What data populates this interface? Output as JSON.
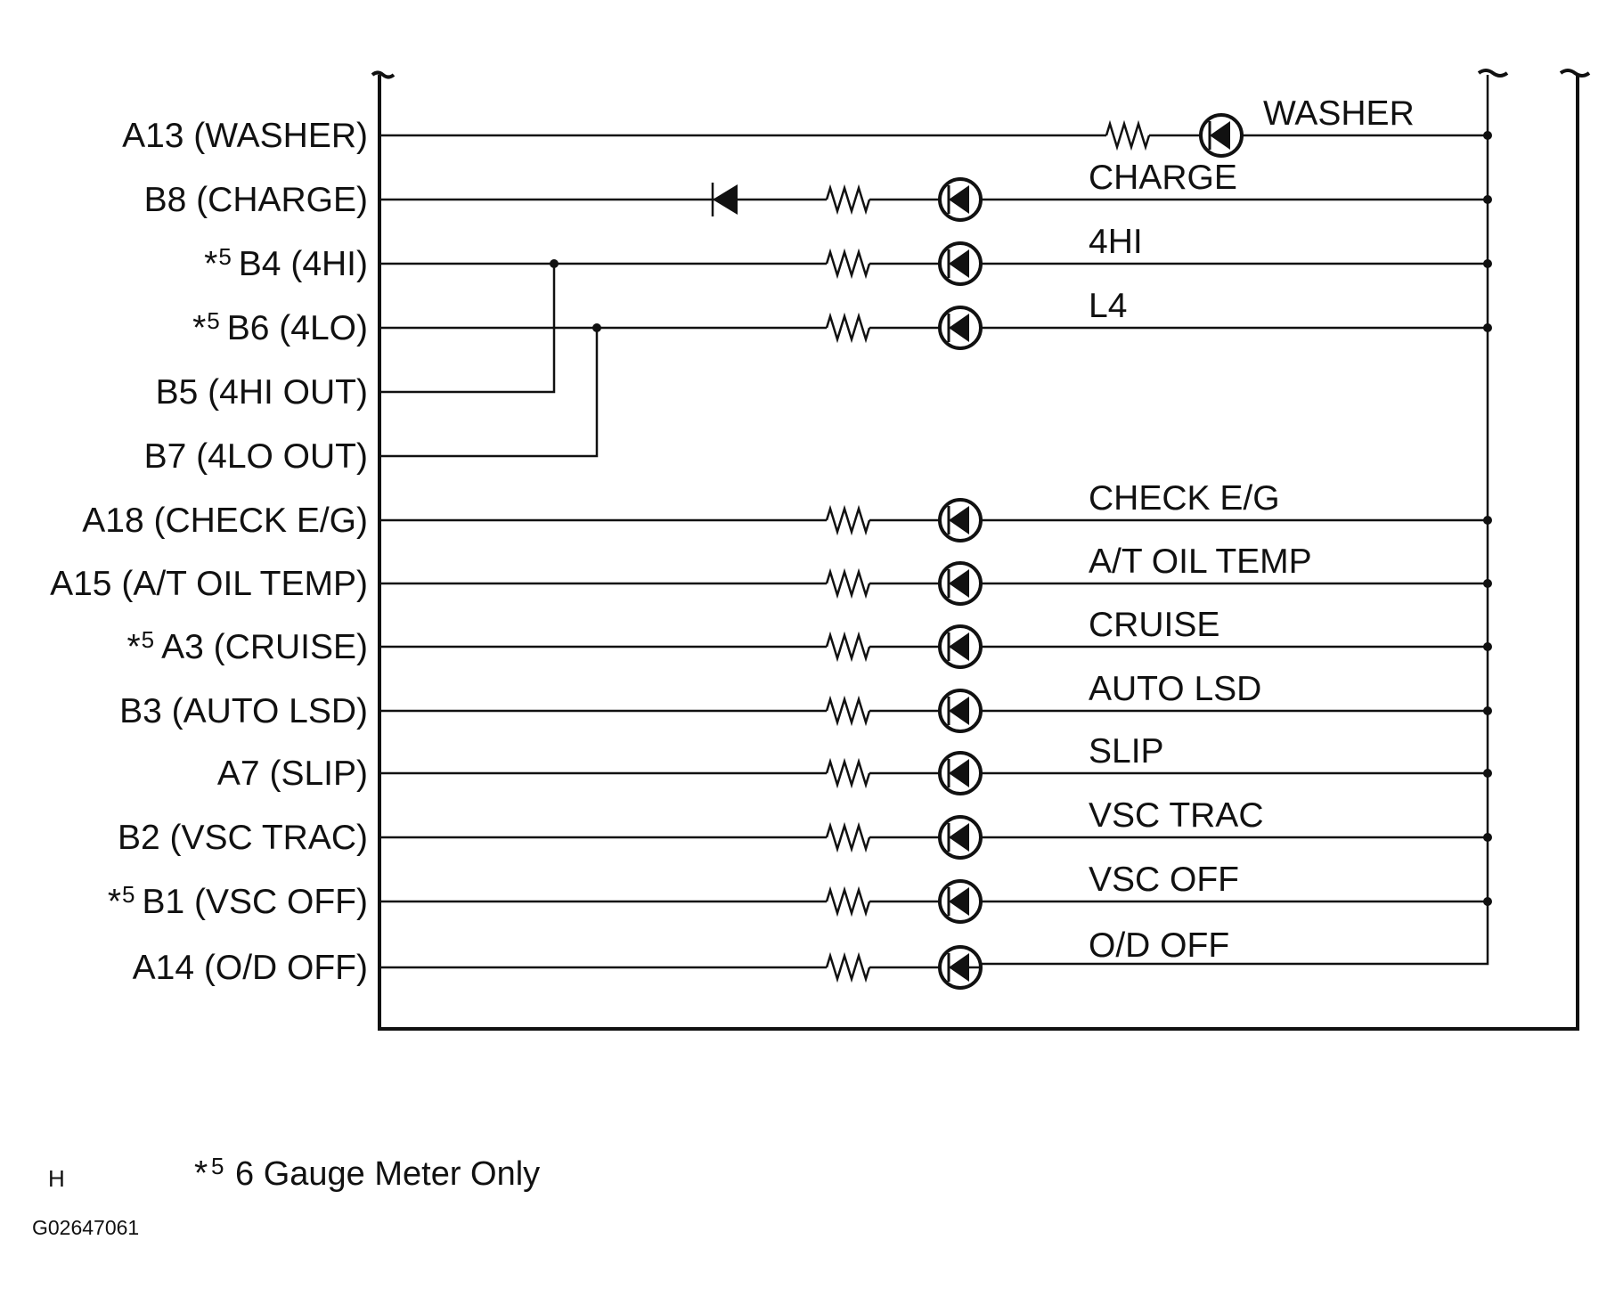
{
  "terminals": [
    {
      "prefix": "",
      "label": "A13 (WASHER)"
    },
    {
      "prefix": "",
      "label": "B8 (CHARGE)"
    },
    {
      "prefix": "*",
      "sup": "5",
      "label": "B4 (4HI)"
    },
    {
      "prefix": "*",
      "sup": "5",
      "label": "B6 (4LO)"
    },
    {
      "prefix": "",
      "label": "B5 (4HI OUT)"
    },
    {
      "prefix": "",
      "label": "B7 (4LO OUT)"
    },
    {
      "prefix": "",
      "label": "A18 (CHECK E/G)"
    },
    {
      "prefix": "",
      "label": "A15 (A/T OIL TEMP)"
    },
    {
      "prefix": "*",
      "sup": "5",
      "label": "A3 (CRUISE)"
    },
    {
      "prefix": "",
      "label": "B3 (AUTO LSD)"
    },
    {
      "prefix": "",
      "label": "A7 (SLIP)"
    },
    {
      "prefix": "",
      "label": "B2 (VSC TRAC)"
    },
    {
      "prefix": "*",
      "sup": "5",
      "label": "B1 (VSC OFF)"
    },
    {
      "prefix": "",
      "label": "A14 (O/D OFF)"
    }
  ],
  "lamps": [
    "WASHER",
    "CHARGE",
    "4HI",
    "L4",
    "CHECK E/G",
    "A/T OIL TEMP",
    "CRUISE",
    "AUTO LSD",
    "SLIP",
    "VSC TRAC",
    "VSC OFF",
    "O/D OFF"
  ],
  "footer": {
    "letter": "H",
    "note_star": "*",
    "note_sup": "5",
    "note_text": "6 Gauge Meter Only",
    "code": "G02647061"
  }
}
